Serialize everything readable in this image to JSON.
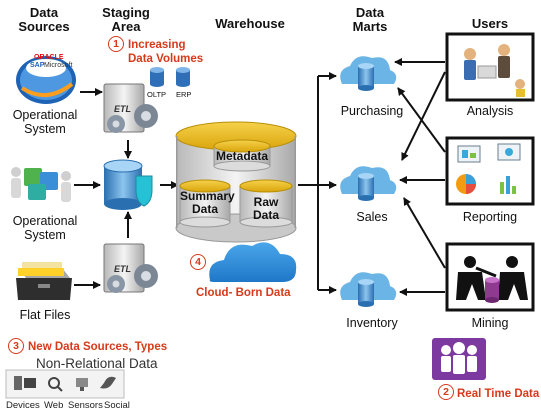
{
  "headers": {
    "data_sources": "Data\nSources",
    "staging_area": "Staging\nArea",
    "warehouse": "Warehouse",
    "data_marts": "Data\nMarts",
    "users": "Users"
  },
  "sources": {
    "operational_1": "Operational\nSystem",
    "operational_2": "Operational\nSystem",
    "flat_files": "Flat Files"
  },
  "callouts": {
    "c1_number": "1",
    "c1_text": "Increasing\nData Volumes",
    "c2_number": "2",
    "c2_text": "Real Time Data",
    "c3_number": "3",
    "c3_text": "New Data Sources, Types",
    "c4_number": "4",
    "c4_text": "Cloud- Born Data"
  },
  "staging": {
    "etl_top": "ETL",
    "etl_bottom": "ETL",
    "oltp": "OLTP",
    "erp": "ERP"
  },
  "source_logos": {
    "oracle": "ORACLE",
    "sap": "SAP",
    "microsoft": "Microsoft"
  },
  "warehouse": {
    "metadata": "Metadata",
    "summary_data": "Summary\nData",
    "raw_data": "Raw Data"
  },
  "marts": {
    "purchasing": "Purchasing",
    "sales": "Sales",
    "inventory": "Inventory"
  },
  "users": {
    "analysis": "Analysis",
    "reporting": "Reporting",
    "mining": "Mining"
  },
  "non_relational": {
    "title": "Non-Relational Data",
    "items": [
      "Devices",
      "Web",
      "Sensors",
      "Social"
    ]
  },
  "colors": {
    "callout_red": "#d63a1b",
    "cloud_blue": "#2f8fd8",
    "warehouse_gold": "#e8b81a",
    "user_purple": "#6a2c91",
    "arrow": "#111111"
  }
}
